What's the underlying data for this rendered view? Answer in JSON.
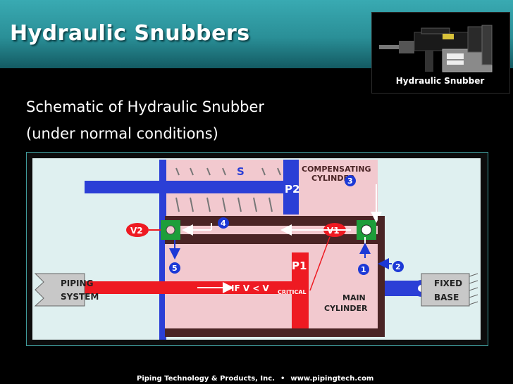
{
  "header": {
    "title": "Hydraulic Snubbers",
    "photo_caption": "Hydraulic Snubber"
  },
  "subtitle": {
    "line1": "Schematic of Hydraulic Snubber",
    "line2": "(under normal conditions)"
  },
  "diagram": {
    "labels": {
      "spring": "S",
      "compensating_line1": "COMPENSATING",
      "compensating_line2": "CYLINDER",
      "p2": "P2",
      "p1": "P1",
      "v1": "V1",
      "v2": "V2",
      "n1": "1",
      "n2": "2",
      "n3": "3",
      "n4": "4",
      "n5": "5",
      "piping_line1": "PIPING",
      "piping_line2": "SYSTEM",
      "fixed_line1": "FIXED",
      "fixed_line2": "BASE",
      "main_line1": "MAIN",
      "main_line2": "CYLINDER",
      "condition_prefix": "IF  V < V",
      "condition_sub": "CRITICAL"
    },
    "colors": {
      "cylinder_fill": "#f2c9cf",
      "rod_blue": "#2b3fd6",
      "piston_red": "#ee1a22",
      "wall_dark": "#4a2425",
      "valve_green": "#1d9e3a",
      "flow_white": "#ffffff",
      "arrow_blue": "#1c39d6"
    }
  },
  "footer": {
    "company": "Piping Technology & Products, Inc.",
    "bullet": "•",
    "url": "www.pipingtech.com"
  }
}
